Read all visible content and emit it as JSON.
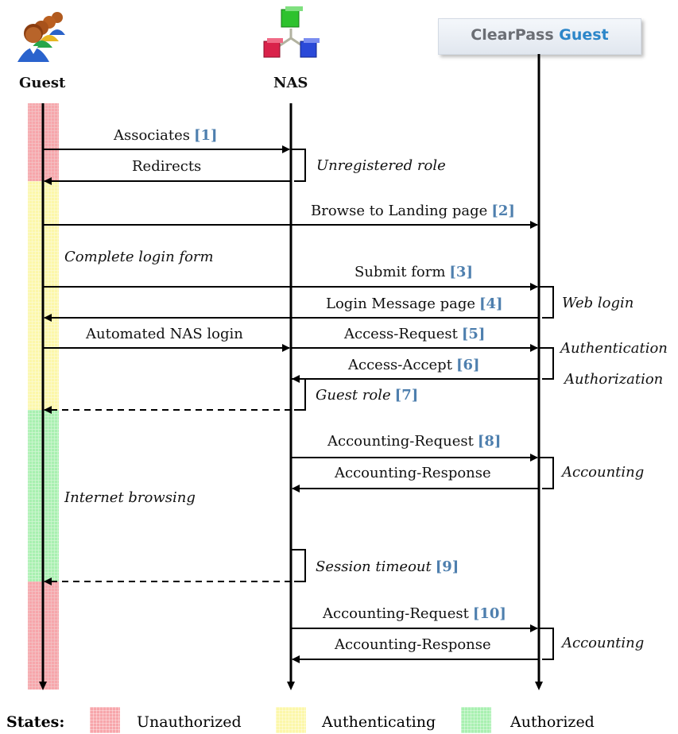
{
  "actors": {
    "guest": {
      "label": "Guest"
    },
    "nas": {
      "label": "NAS"
    },
    "server": {
      "logo_part1": "ClearPass",
      "logo_part2": "Guest"
    }
  },
  "colors": {
    "unauthorized": "#f7a6ab",
    "authenticating": "#fcf7a9",
    "authorized": "#a8f0b0",
    "reference": "#4e7fae"
  },
  "messages": [
    {
      "text": "Associates",
      "ref": "[1]",
      "from": "guest",
      "to": "nas",
      "style": "solid"
    },
    {
      "text": "Redirects",
      "ref": "",
      "from": "nas",
      "to": "guest",
      "style": "solid"
    },
    {
      "text": "Browse to Landing page",
      "ref": "[2]",
      "from": "guest",
      "to": "server",
      "style": "solid"
    },
    {
      "text": "Submit form",
      "ref": "[3]",
      "from": "guest",
      "to": "server",
      "style": "solid"
    },
    {
      "text": "Login Message page",
      "ref": "[4]",
      "from": "server",
      "to": "guest",
      "style": "solid"
    },
    {
      "text": "Automated NAS login",
      "ref": "",
      "from": "guest",
      "to": "nas",
      "style": "solid"
    },
    {
      "text": "Access-Request",
      "ref": "[5]",
      "from": "nas",
      "to": "server",
      "style": "solid"
    },
    {
      "text": "Access-Accept",
      "ref": "[6]",
      "from": "server",
      "to": "nas",
      "style": "solid"
    },
    {
      "text": "",
      "ref": "",
      "from": "nas",
      "to": "guest",
      "style": "dashed"
    },
    {
      "text": "Accounting-Request",
      "ref": "[8]",
      "from": "nas",
      "to": "server",
      "style": "solid"
    },
    {
      "text": "Accounting-Response",
      "ref": "",
      "from": "server",
      "to": "nas",
      "style": "solid"
    },
    {
      "text": "",
      "ref": "",
      "from": "nas",
      "to": "guest",
      "style": "dashed"
    },
    {
      "text": "Accounting-Request",
      "ref": "[10]",
      "from": "nas",
      "to": "server",
      "style": "solid"
    },
    {
      "text": "Accounting-Response",
      "ref": "",
      "from": "server",
      "to": "nas",
      "style": "solid"
    }
  ],
  "notes": [
    {
      "text": "Unregistered role",
      "ref": ""
    },
    {
      "text": "Complete login form",
      "ref": ""
    },
    {
      "text": "Web login",
      "ref": ""
    },
    {
      "text": "Authentication",
      "ref": ""
    },
    {
      "text": "Authorization",
      "ref": ""
    },
    {
      "text": "Guest role",
      "ref": "[7]"
    },
    {
      "text": "Accounting",
      "ref": ""
    },
    {
      "text": "Internet browsing",
      "ref": ""
    },
    {
      "text": "Session timeout",
      "ref": "[9]"
    },
    {
      "text": "Accounting",
      "ref": ""
    }
  ],
  "states": {
    "title": "States:",
    "items": [
      {
        "key": "unauthorized",
        "label": "Unauthorized"
      },
      {
        "key": "authenticating",
        "label": "Authenticating"
      },
      {
        "key": "authorized",
        "label": "Authorized"
      }
    ],
    "timeline": [
      "unauthorized",
      "authenticating",
      "authorized",
      "unauthorized"
    ]
  }
}
